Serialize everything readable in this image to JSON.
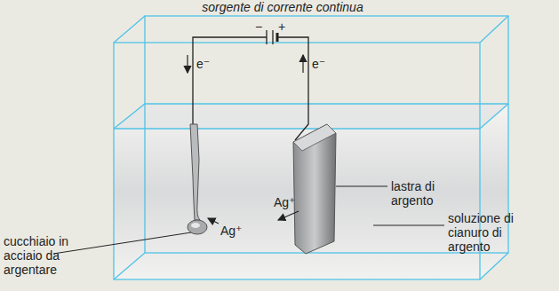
{
  "diagram": {
    "title": "sorgente di corrente continua",
    "labels": [
      "−",
      "+",
      "e⁻",
      "e⁻",
      "Ag⁺",
      "Ag⁺",
      "lastra di argento",
      "soluzione di cianuro di argento",
      "cucchiaio in acciaio da argentare"
    ]
  }
}
